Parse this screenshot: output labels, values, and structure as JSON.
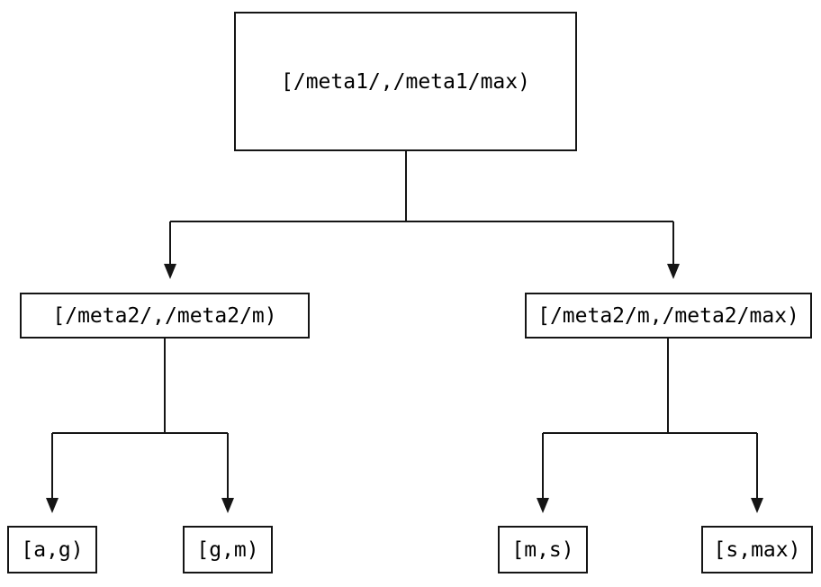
{
  "diagram": {
    "type": "tree",
    "colors": {
      "background": "#ffffff",
      "line": "#151515",
      "box_border": "#151515",
      "text": "#000000"
    },
    "nodes": {
      "root": {
        "label": "[/meta1/,/meta1/max)"
      },
      "meta2_low": {
        "label": "[/meta2/,/meta2/m)"
      },
      "meta2_high": {
        "label": "[/meta2/m,/meta2/max)"
      },
      "leaf_ag": {
        "label": "[a,g)"
      },
      "leaf_gm": {
        "label": "[g,m)"
      },
      "leaf_ms": {
        "label": "[m,s)"
      },
      "leaf_smax": {
        "label": "[s,max)"
      }
    },
    "edges": [
      {
        "from": "root",
        "to": "meta2_low"
      },
      {
        "from": "root",
        "to": "meta2_high"
      },
      {
        "from": "meta2_low",
        "to": "leaf_ag"
      },
      {
        "from": "meta2_low",
        "to": "leaf_gm"
      },
      {
        "from": "meta2_high",
        "to": "leaf_ms"
      },
      {
        "from": "meta2_high",
        "to": "leaf_smax"
      }
    ]
  }
}
